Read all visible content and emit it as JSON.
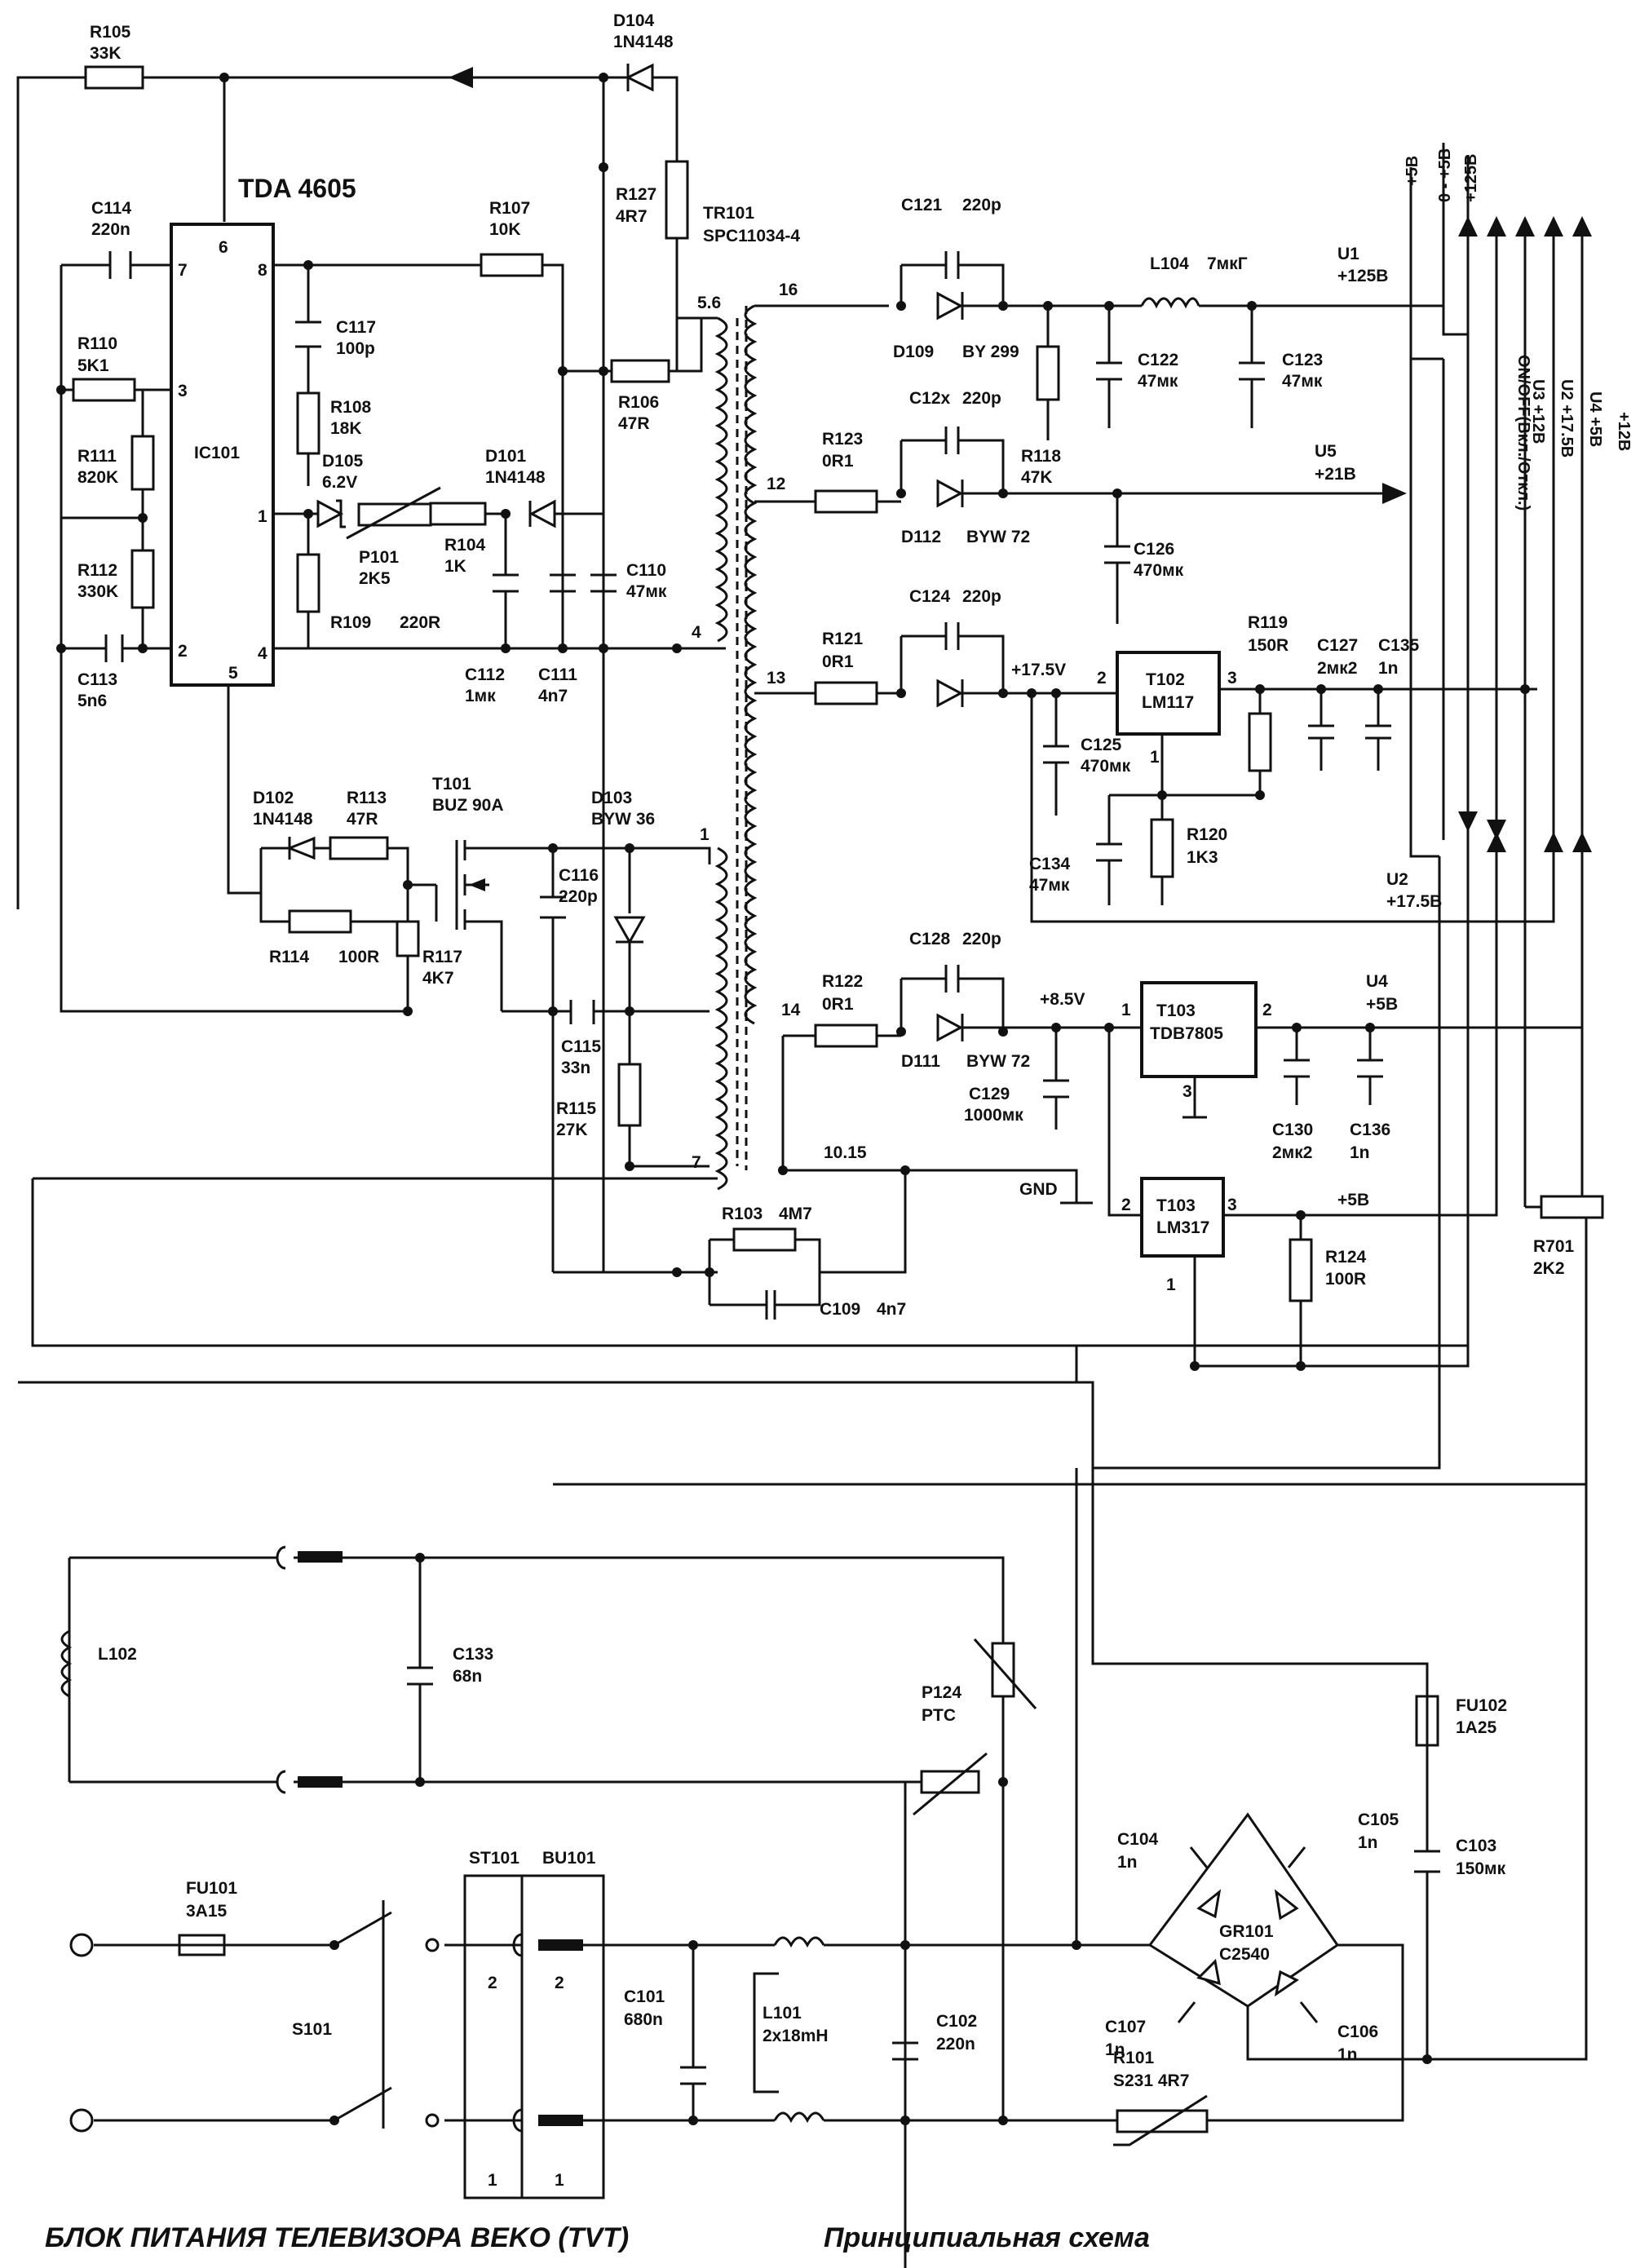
{
  "diagram": {
    "title": "БЛОК ПИТАНИЯ ТЕЛЕВИЗОРА BEKO (TVT)",
    "subtitle": "Принципиальная схема",
    "ic": {
      "name": "TDA 4605",
      "ref": "IC101",
      "pins": [
        "6",
        "7",
        "8",
        "3",
        "1",
        "2",
        "4",
        "5"
      ]
    },
    "transformer": {
      "ref": "TR101",
      "part": "SPC11034-4",
      "pins": [
        "5.6",
        "4",
        "1",
        "7",
        "16",
        "12",
        "13",
        "14",
        "10.15"
      ]
    },
    "components": {
      "r105": {
        "ref": "R105",
        "val": "33K"
      },
      "d104": {
        "ref": "D104",
        "val": "1N4148"
      },
      "r127": {
        "ref": "R127",
        "val": "4R7"
      },
      "c114": {
        "ref": "C114",
        "val": "220n"
      },
      "r107": {
        "ref": "R107",
        "val": "10K"
      },
      "c117": {
        "ref": "C117",
        "val": "100p"
      },
      "r110": {
        "ref": "R110",
        "val": "5K1"
      },
      "r108": {
        "ref": "R108",
        "val": "18K"
      },
      "r106": {
        "ref": "R106",
        "val": "47R"
      },
      "r111": {
        "ref": "R111",
        "val": "820K"
      },
      "d105": {
        "ref": "D105",
        "val": "6.2V"
      },
      "d101": {
        "ref": "D101",
        "val": "1N4148"
      },
      "p101": {
        "ref": "P101",
        "val": "2K5"
      },
      "r104": {
        "ref": "R104",
        "val": "1K"
      },
      "r112": {
        "ref": "R112",
        "val": "330K"
      },
      "c110": {
        "ref": "C110",
        "val": "47мк"
      },
      "r109": {
        "ref": "R109",
        "val": "220R"
      },
      "c113": {
        "ref": "C113",
        "val": "5n6"
      },
      "c112": {
        "ref": "C112",
        "val": "1мк"
      },
      "c111": {
        "ref": "C111",
        "val": "4n7"
      },
      "d102": {
        "ref": "D102",
        "val": "1N4148"
      },
      "r113": {
        "ref": "R113",
        "val": "47R"
      },
      "t101": {
        "ref": "T101",
        "val": "BUZ 90A"
      },
      "d103": {
        "ref": "D103",
        "val": "BYW 36"
      },
      "c116": {
        "ref": "C116",
        "val": "220p"
      },
      "r114": {
        "ref": "R114",
        "val": "100R"
      },
      "r117": {
        "ref": "R117",
        "val": "4K7"
      },
      "c115": {
        "ref": "C115",
        "val": "33n"
      },
      "r115": {
        "ref": "R115",
        "val": "27K"
      },
      "r103": {
        "ref": "R103",
        "val": "4M7"
      },
      "c109": {
        "ref": "C109",
        "val": "4n7"
      },
      "c121": {
        "ref": "C121",
        "val": "220p"
      },
      "l104": {
        "ref": "L104",
        "val": "7мкГ"
      },
      "d109": {
        "ref": "D109",
        "val": "BY 299"
      },
      "r118": {
        "ref": "R118",
        "val": "47K"
      },
      "c122": {
        "ref": "C122",
        "val": "47мк"
      },
      "c123": {
        "ref": "C123",
        "val": "47мк"
      },
      "c12x": {
        "ref": "C12x",
        "val": "220p"
      },
      "r123": {
        "ref": "R123",
        "val": "0R1"
      },
      "d112": {
        "ref": "D112",
        "val": "BYW 72"
      },
      "c126": {
        "ref": "C126",
        "val": "470мк"
      },
      "c124": {
        "ref": "C124",
        "val": "220p"
      },
      "r121": {
        "ref": "R121",
        "val": "0R1"
      },
      "r119": {
        "ref": "R119",
        "val": "150R"
      },
      "c127": {
        "ref": "C127",
        "val": "2мк2"
      },
      "c135": {
        "ref": "C135",
        "val": "1n"
      },
      "t102": {
        "ref": "T102",
        "val": "LM117"
      },
      "c125": {
        "ref": "C125",
        "val": "470мк"
      },
      "c134": {
        "ref": "C134",
        "val": "47мк"
      },
      "r120": {
        "ref": "R120",
        "val": "1K3"
      },
      "c128": {
        "ref": "C128",
        "val": "220p"
      },
      "r122": {
        "ref": "R122",
        "val": "0R1"
      },
      "d111": {
        "ref": "D111",
        "val": "BYW 72"
      },
      "c129": {
        "ref": "C129",
        "val": "1000мк"
      },
      "t103a": {
        "ref": "T103",
        "val": "TDB7805"
      },
      "c130": {
        "ref": "C130",
        "val": "2мк2"
      },
      "c136": {
        "ref": "C136",
        "val": "1n"
      },
      "t103b": {
        "ref": "T103",
        "val": "LM317"
      },
      "r124": {
        "ref": "R124",
        "val": "100R"
      },
      "r701": {
        "ref": "R701",
        "val": "2K2"
      },
      "l102": {
        "ref": "L102",
        "val": ""
      },
      "c133": {
        "ref": "C133",
        "val": "68n"
      },
      "p124": {
        "ref": "P124",
        "val": "PTC"
      },
      "fu102": {
        "ref": "FU102",
        "val": "1A25"
      },
      "c104": {
        "ref": "C104",
        "val": "1n"
      },
      "c105": {
        "ref": "C105",
        "val": "1n"
      },
      "gr101": {
        "ref": "GR101",
        "val": "C2540"
      },
      "c103": {
        "ref": "C103",
        "val": "150мк"
      },
      "fu101": {
        "ref": "FU101",
        "val": "3A15"
      },
      "st101": {
        "ref": "ST101",
        "val": ""
      },
      "bu101": {
        "ref": "BU101",
        "val": ""
      },
      "s101": {
        "ref": "S101",
        "val": ""
      },
      "c101": {
        "ref": "C101",
        "val": "680n"
      },
      "l101": {
        "ref": "L101",
        "val": "2x18mH"
      },
      "c102": {
        "ref": "C102",
        "val": "220n"
      },
      "c107": {
        "ref": "C107",
        "val": "1n"
      },
      "c106": {
        "ref": "C106",
        "val": "1n"
      },
      "r101": {
        "ref": "R101",
        "val": "S231 4R7"
      }
    },
    "nodes": {
      "v175a": "+17.5V",
      "v85": "+8.5V",
      "gnd": "GND"
    },
    "outputs": {
      "u1": {
        "name": "U1",
        "val": "+125В"
      },
      "u5": {
        "name": "U5",
        "val": "+21В"
      },
      "u2": {
        "name": "U2",
        "val": "+17.5В"
      },
      "u4": {
        "name": "U4",
        "val": "+5В"
      },
      "plus5": "+5В"
    },
    "bus": {
      "top1": "+5В",
      "top2": "0 - +5В",
      "top3": "+125В",
      "v1": "ON/OFF(Вкл./Откл.)",
      "v2": "U3 +12В",
      "v3": "U2 +17.5В",
      "v4": "U4 +5В",
      "v5": "+12В"
    },
    "connector_pins": [
      "2",
      "2",
      "1",
      "1"
    ]
  }
}
